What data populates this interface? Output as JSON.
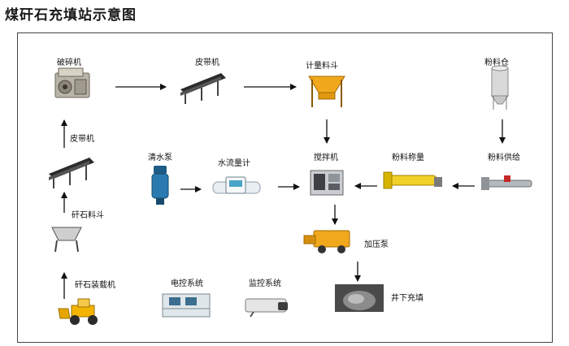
{
  "title": "煤矸石充填站示意图",
  "nodes": {
    "crusher": "破碎机",
    "belt_top": "皮带机",
    "metering_hopper": "计量料斗",
    "powder_silo": "粉料仓",
    "belt_left": "皮带机",
    "clean_water_pump": "清水泵",
    "water_flow_meter": "水流量计",
    "mixer": "搅拌机",
    "powder_weighing": "粉料称量",
    "powder_feeding": "粉料供给",
    "gangue_hopper": "矸石料斗",
    "pressure_pump": "加压泵",
    "gangue_loader": "矸石装载机",
    "electric_control": "电控系统",
    "monitoring": "监控系统",
    "underground_filling": "井下充填"
  }
}
